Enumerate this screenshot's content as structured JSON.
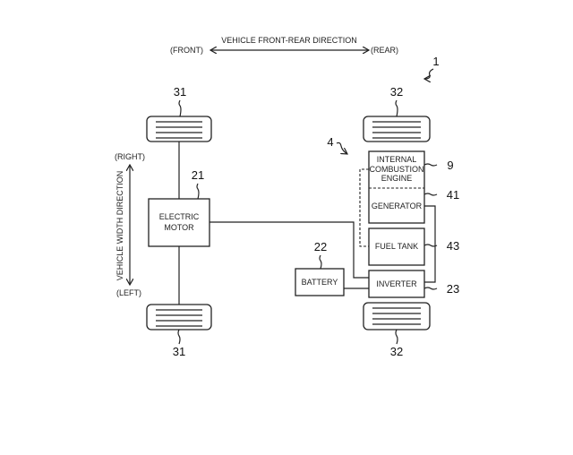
{
  "directions": {
    "front_rear_title": "VEHICLE FRONT-REAR DIRECTION",
    "front": "(FRONT)",
    "rear": "(REAR)",
    "width_title": "VEHICLE WIDTH DIRECTION",
    "right": "(RIGHT)",
    "left": "(LEFT)"
  },
  "refs": {
    "vehicle": "1",
    "power_unit": "4",
    "front_wheel_top": "31",
    "front_wheel_bottom": "31",
    "rear_wheel_top": "32",
    "rear_wheel_bottom": "32",
    "electric_motor": "21",
    "battery": "22",
    "inverter": "23",
    "engine": "9",
    "generator": "41",
    "fuel_tank": "43"
  },
  "blocks": {
    "electric_motor": [
      "ELECTRIC",
      "MOTOR"
    ],
    "battery": "BATTERY",
    "inverter": "INVERTER",
    "engine": [
      "INTERNAL",
      "COMBUSTION",
      "ENGINE"
    ],
    "generator": "GENERATOR",
    "fuel_tank": "FUEL TANK"
  }
}
